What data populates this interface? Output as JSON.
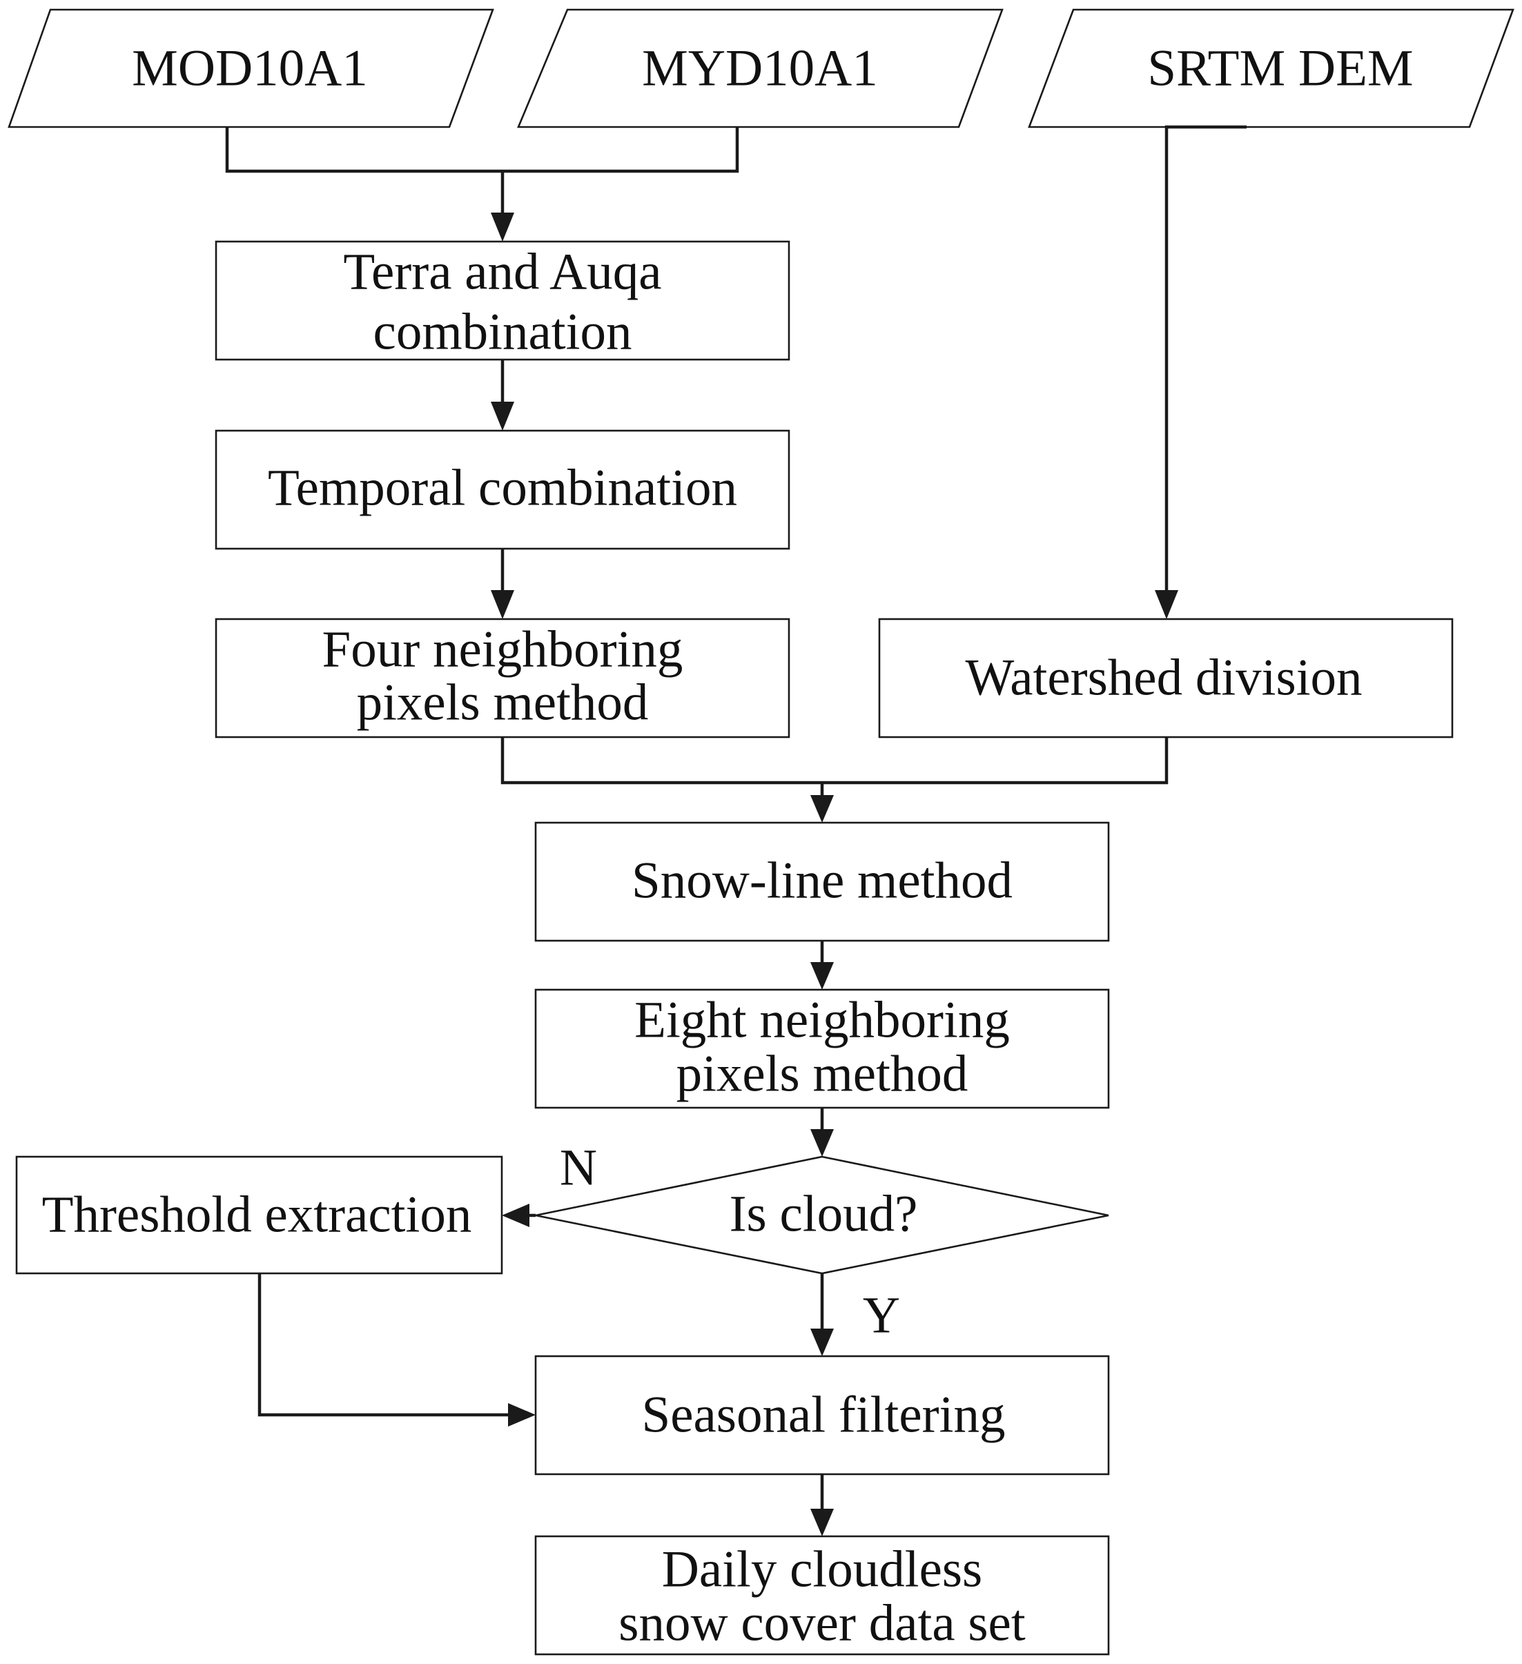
{
  "inputs": {
    "mod10a1": "MOD10A1",
    "myd10a1": "MYD10A1",
    "srtm_dem": "SRTM DEM"
  },
  "steps": {
    "terra_aqua": [
      "Terra and Auqa",
      "combination"
    ],
    "temporal": "Temporal combination",
    "four_neighbor": [
      "Four neighboring",
      "pixels method"
    ],
    "watershed": "Watershed division",
    "snow_line": "Snow-line method",
    "eight_neighbor": [
      "Eight neighboring",
      "pixels method"
    ],
    "threshold": "Threshold extraction",
    "seasonal": "Seasonal filtering",
    "output": [
      "Daily cloudless",
      "snow cover data set"
    ]
  },
  "decision": {
    "label": "Is cloud?",
    "no_label": "N",
    "yes_label": "Y"
  },
  "colors": {
    "stroke": "#1a1a1a",
    "text": "#111111",
    "fill": "#ffffff"
  }
}
